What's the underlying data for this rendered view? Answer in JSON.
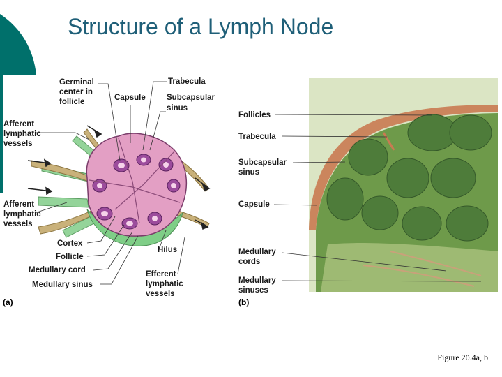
{
  "slide": {
    "title": "Structure of a Lymph Node",
    "caption": "Figure 20.4a, b"
  },
  "colors": {
    "title": "#1f5f78",
    "teal_shape": "#00706b",
    "node_pink": "#e39fc4",
    "follicle_purple": "#8a3a8c",
    "vessel_green": "#94d49a",
    "micro_green": "#6e9a4a"
  },
  "panel_a": {
    "tag": "(a)",
    "labels": {
      "germinal_center": [
        "Germinal",
        "center in",
        "follicle"
      ],
      "capsule": "Capsule",
      "trabecula": "Trabecula",
      "subcapsular_sinus": [
        "Subcapsular",
        "sinus"
      ],
      "afferent_top": [
        "Afferent",
        "lymphatic",
        "vessels"
      ],
      "afferent_bottom": [
        "Afferent",
        "lymphatic",
        "vessels"
      ],
      "cortex": "Cortex",
      "follicle": "Follicle",
      "medullary_cord": "Medullary cord",
      "medullary_sinus": "Medullary sinus",
      "hilus": "Hilus",
      "efferent": [
        "Efferent",
        "lymphatic",
        "vessels"
      ]
    }
  },
  "panel_b": {
    "tag": "(b)",
    "labels": {
      "follicles": "Follicles",
      "trabecula": "Trabecula",
      "subcapsular_sinus": [
        "Subcapsular",
        "sinus"
      ],
      "capsule": "Capsule",
      "medullary_cords": [
        "Medullary",
        "cords"
      ],
      "medullary_sinuses": [
        "Medullary",
        "sinuses"
      ]
    }
  }
}
